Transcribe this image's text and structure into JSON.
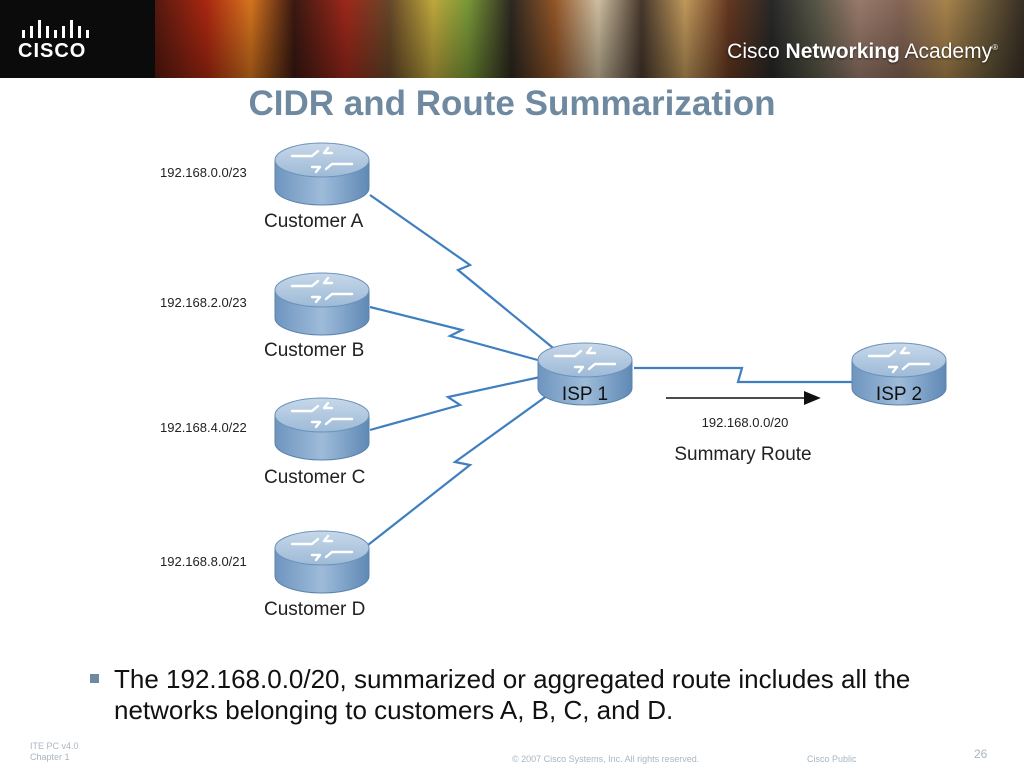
{
  "header": {
    "logo_word": "CISCO",
    "academy": {
      "prefix": "Cisco ",
      "bold": "Networking",
      "suffix": " Academy",
      "mark": "®"
    }
  },
  "title": "CIDR and Route Summarization",
  "diagram": {
    "customers": [
      {
        "name": "Customer A",
        "network": "192.168.0.0/23"
      },
      {
        "name": "Customer B",
        "network": "192.168.2.0/23"
      },
      {
        "name": "Customer C",
        "network": "192.168.4.0/22"
      },
      {
        "name": "Customer D",
        "network": "192.168.8.0/21"
      }
    ],
    "isp1": "ISP 1",
    "isp2": "ISP 2",
    "summary_network": "192.168.0.0/20",
    "summary_label": "Summary Route",
    "link_color": "#3f7fc0",
    "router_color": "#8fb0d0"
  },
  "bullet": "The 192.168.0.0/20, summarized or aggregated route includes all the networks belonging to customers A, B, C, and D.",
  "footer": {
    "course": "ITE PC v4.0",
    "chapter": "Chapter 1",
    "copyright": "© 2007 Cisco Systems, Inc. All rights reserved.",
    "classification": "Cisco Public",
    "page": "26"
  }
}
